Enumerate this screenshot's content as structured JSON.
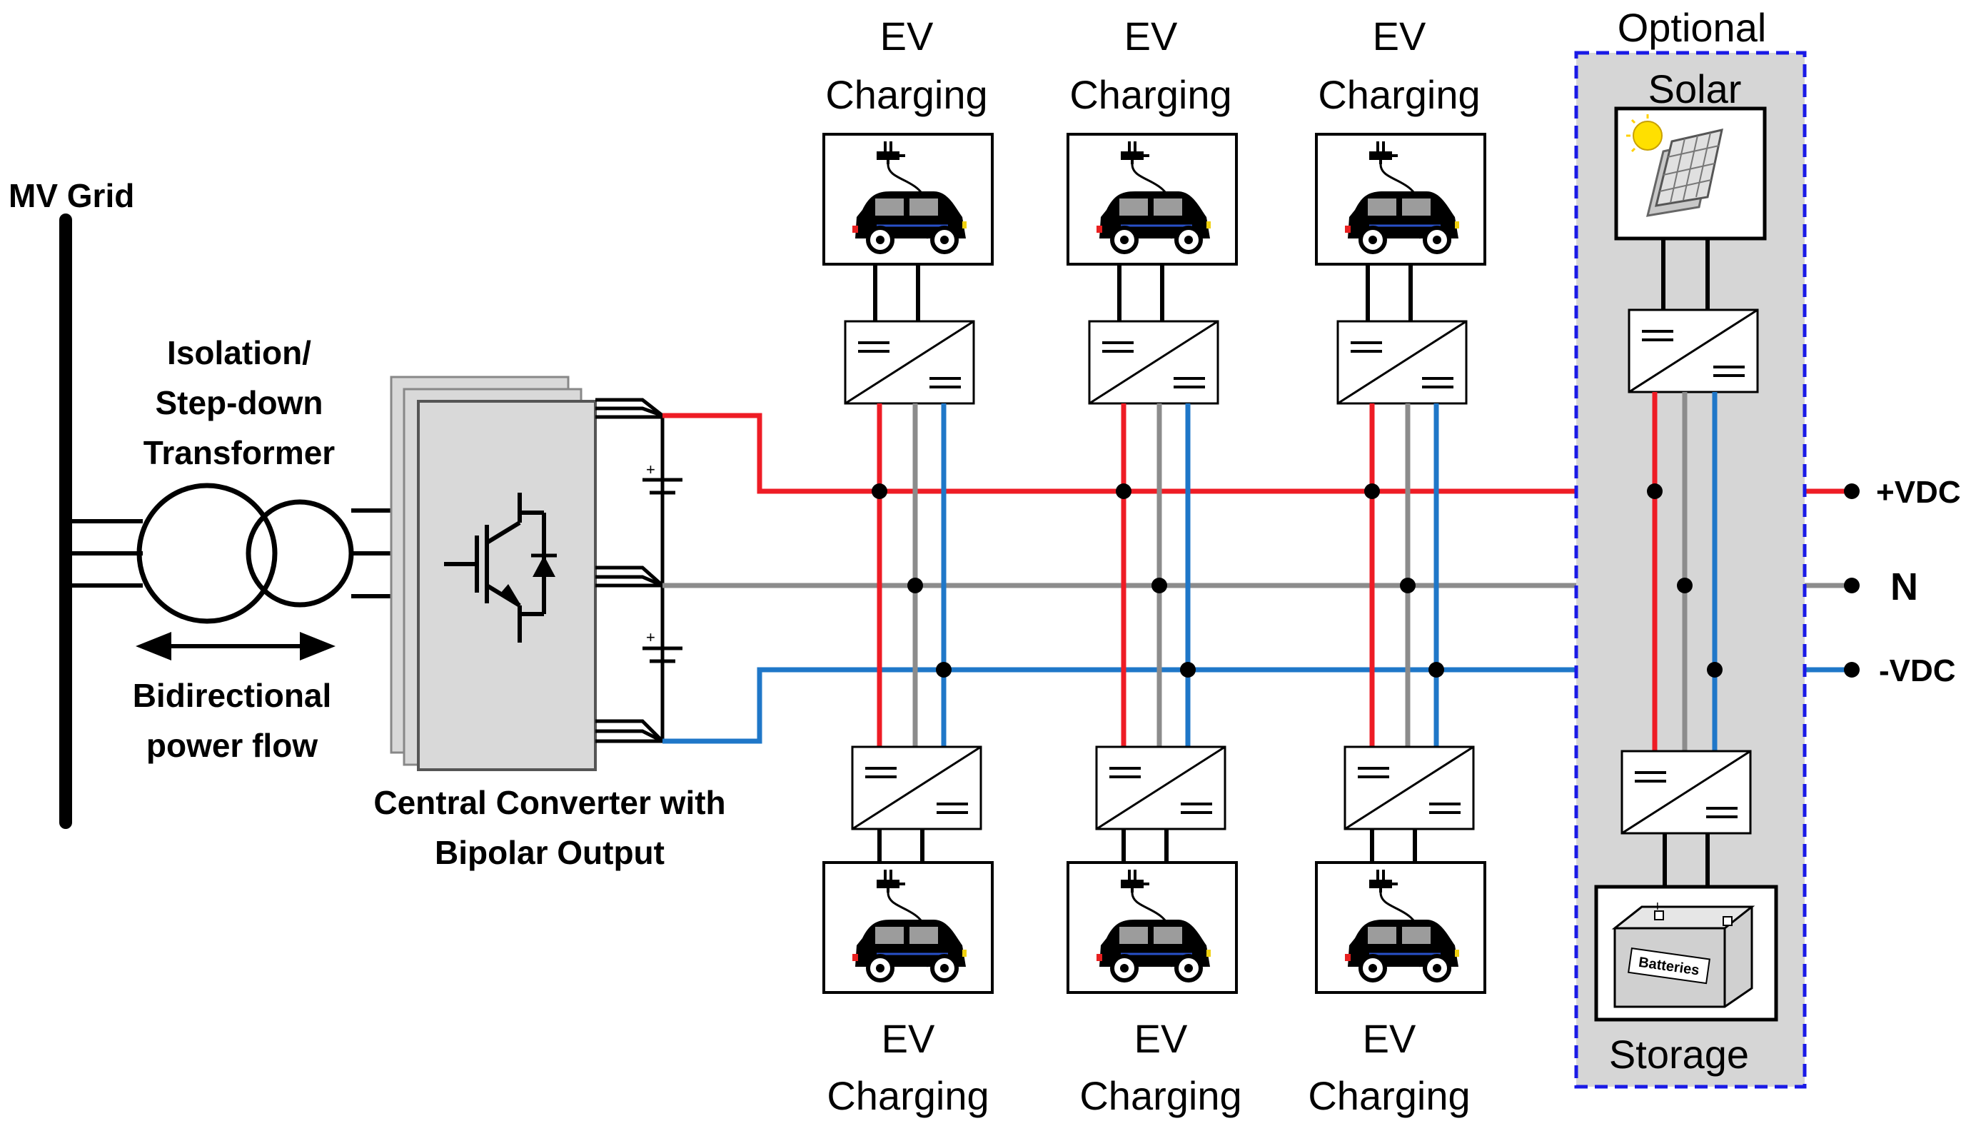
{
  "labels": {
    "grid": "MV Grid",
    "transformer_1": "Isolation/",
    "transformer_2": "Step-down",
    "transformer_3": "Transformer",
    "flow_1": "Bidirectional",
    "flow_2": "power flow",
    "converter_1": "Central Converter with",
    "converter_2": "Bipolar Output",
    "plus_vdc": "+VDC",
    "neutral": "N",
    "minus_vdc": "-VDC",
    "optional": "Optional",
    "solar": "Solar",
    "storage": "Storage",
    "batteries": "Batteries",
    "ev_line1": "EV",
    "ev_line2": "Charging"
  },
  "colors": {
    "positive": "#ee1c25",
    "neutral": "#8c8c8c",
    "negative": "#1f77c8",
    "optional_bg": "#d6d6d6",
    "optional_border": "#1a1ae6",
    "converter_bg": "#d9d9d9"
  }
}
